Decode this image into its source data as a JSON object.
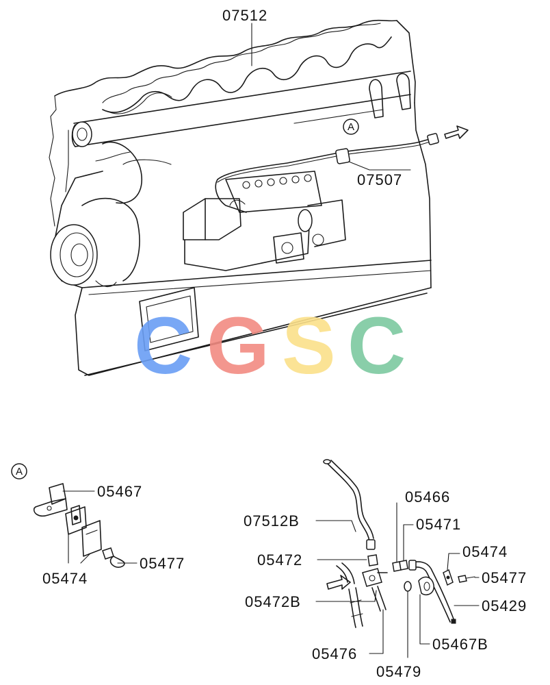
{
  "diagram": {
    "callouts": {
      "main_view": "A",
      "detail_view": "A"
    },
    "parts": {
      "p07512": "07512",
      "p07507": "07507",
      "p05467": "05467",
      "p05474a": "05474",
      "p05477a": "05477",
      "p07512B": "07512B",
      "p05466": "05466",
      "p05471": "05471",
      "p05474b": "05474",
      "p05472": "05472",
      "p05477b": "05477",
      "p05472B": "05472B",
      "p05429": "05429",
      "p05467B": "05467B",
      "p05476": "05476",
      "p05479": "05479"
    }
  },
  "watermark": {
    "letters": [
      "C",
      "G",
      "S",
      "C"
    ],
    "colors": [
      "#6a9ef5",
      "#f28b82",
      "#fbe08a",
      "#7dc9a0"
    ]
  }
}
